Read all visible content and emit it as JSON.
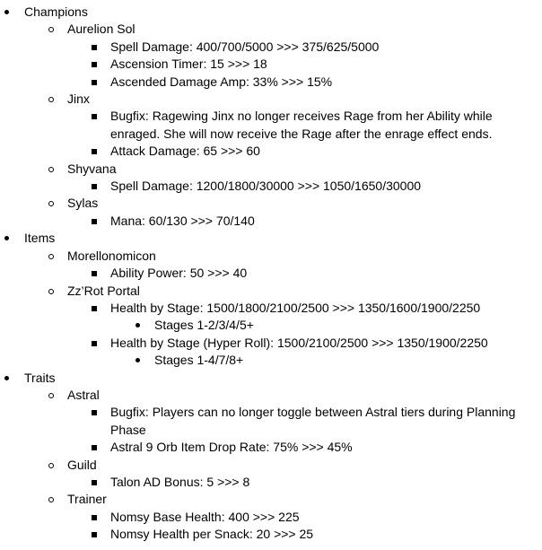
{
  "items": [
    {
      "level": 1,
      "text": "Champions",
      "marker": "filled-circle-bullet"
    },
    {
      "level": 2,
      "text": "Aurelion Sol",
      "marker": "hollow-circle-bullet"
    },
    {
      "level": 3,
      "text": "Spell Damage: 400/700/5000 >>> 375/625/5000",
      "marker": "square-bullet"
    },
    {
      "level": 3,
      "text": "Ascension Timer: 15 >>> 18",
      "marker": "square-bullet"
    },
    {
      "level": 3,
      "text": "Ascended Damage Amp: 33% >>> 15%",
      "marker": "square-bullet"
    },
    {
      "level": 2,
      "text": "Jinx",
      "marker": "hollow-circle-bullet"
    },
    {
      "level": 3,
      "text": "Bugfix: Ragewing Jinx no longer receives Rage from her Ability while enraged. She will now receive the Rage after the enrage effect ends.",
      "marker": "square-bullet"
    },
    {
      "level": 3,
      "text": "Attack Damage: 65 >>> 60",
      "marker": "square-bullet"
    },
    {
      "level": 2,
      "text": "Shyvana",
      "marker": "hollow-circle-bullet"
    },
    {
      "level": 3,
      "text": "Spell Damage: 1200/1800/30000 >>> 1050/1650/30000",
      "marker": "square-bullet"
    },
    {
      "level": 2,
      "text": "Sylas",
      "marker": "hollow-circle-bullet"
    },
    {
      "level": 3,
      "text": "Mana: 60/130 >>> 70/140",
      "marker": "square-bullet"
    },
    {
      "level": 1,
      "text": "Items",
      "marker": "filled-circle-bullet"
    },
    {
      "level": 2,
      "text": "Morellonomicon",
      "marker": "hollow-circle-bullet"
    },
    {
      "level": 3,
      "text": "Ability Power: 50 >>> 40",
      "marker": "square-bullet"
    },
    {
      "level": 2,
      "text": "Zz’Rot Portal",
      "marker": "hollow-circle-bullet"
    },
    {
      "level": 3,
      "text": "Health by Stage: 1500/1800/2100/2500 >>> 1350/1600/1900/2250",
      "marker": "square-bullet"
    },
    {
      "level": 4,
      "text": "Stages 1-2/3/4/5+",
      "marker": "filled-circle-bullet"
    },
    {
      "level": 3,
      "text": "Health by Stage (Hyper Roll): 1500/2100/2500 >>> 1350/1900/2250",
      "marker": "square-bullet"
    },
    {
      "level": 4,
      "text": "Stages 1-4/7/8+",
      "marker": "filled-circle-bullet"
    },
    {
      "level": 1,
      "text": "Traits",
      "marker": "filled-circle-bullet"
    },
    {
      "level": 2,
      "text": "Astral",
      "marker": "hollow-circle-bullet"
    },
    {
      "level": 3,
      "text": "Bugfix: Players can no longer toggle between Astral tiers during Planning Phase",
      "marker": "square-bullet"
    },
    {
      "level": 3,
      "text": "Astral 9 Orb Item Drop Rate: 75% >>> 45%",
      "marker": "square-bullet"
    },
    {
      "level": 2,
      "text": "Guild",
      "marker": "hollow-circle-bullet"
    },
    {
      "level": 3,
      "text": "Talon AD Bonus: 5 >>> 8",
      "marker": "square-bullet"
    },
    {
      "level": 2,
      "text": "Trainer",
      "marker": "hollow-circle-bullet"
    },
    {
      "level": 3,
      "text": "Nomsy Base Health: 400 >>> 225",
      "marker": "square-bullet"
    },
    {
      "level": 3,
      "text": "Nomsy Health per Snack: 20 >>> 25",
      "marker": "square-bullet"
    }
  ]
}
